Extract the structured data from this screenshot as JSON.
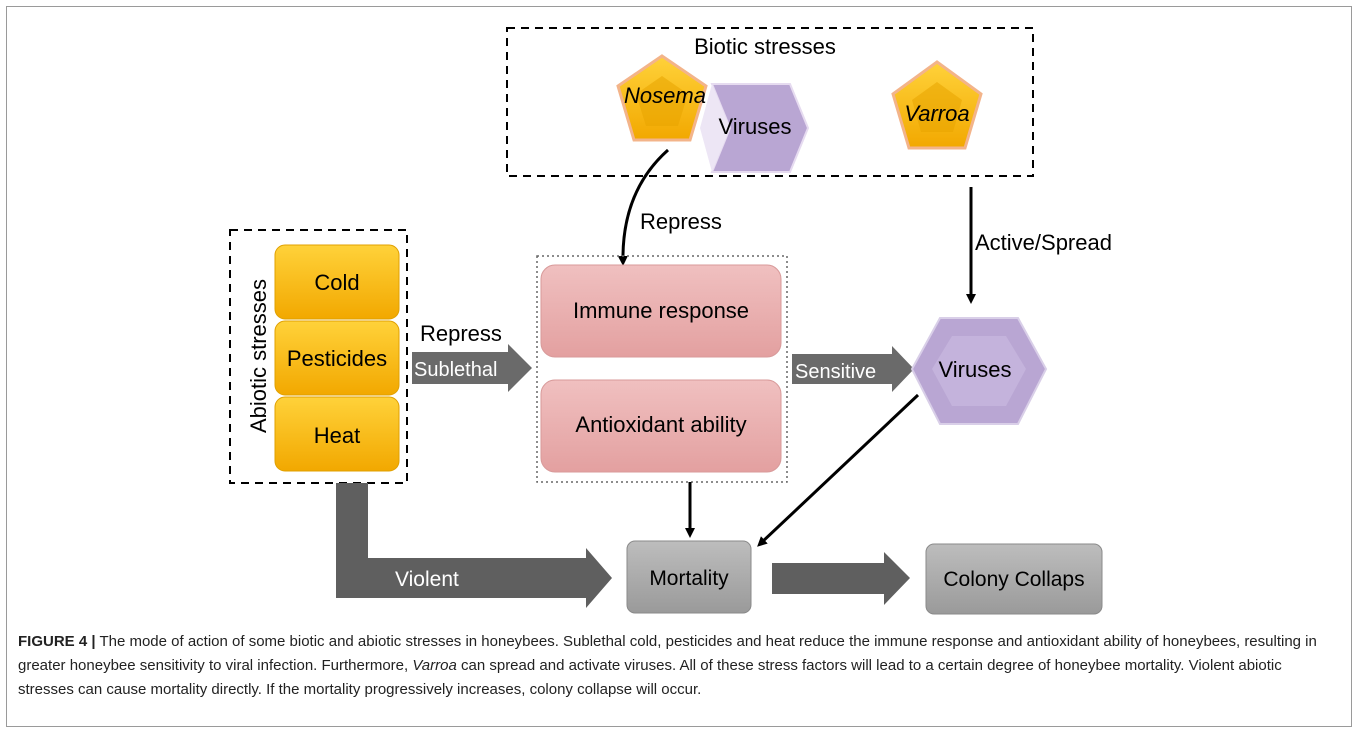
{
  "biotic": {
    "title": "Biotic stresses",
    "nosema": "Nosema",
    "viruses": "Viruses",
    "varroa": "Varroa"
  },
  "abiotic": {
    "title": "Abiotic stresses",
    "items": [
      "Cold",
      "Pesticides",
      "Heat"
    ]
  },
  "host": {
    "immune": "Immune response",
    "antioxidant": "Antioxidant ability"
  },
  "nodes": {
    "viruses": "Viruses",
    "mortality": "Mortality",
    "colony": "Colony Collaps"
  },
  "edges": {
    "repress_top": "Repress",
    "active_spread": "Active/Spread",
    "repress_left": "Repress",
    "sublethal": "Sublethal",
    "sensitive": "Sensitive",
    "violent": "Violent"
  },
  "colors": {
    "gold": "#f7b500",
    "pink": "#e8aaaa",
    "purple": "#b9a6d3",
    "grey_box": "#a8a8a8",
    "arrow_grey": "#666666"
  },
  "caption": {
    "label": "FIGURE 4 |",
    "text_1": " The mode of action of some biotic and abiotic stresses in honeybees. Sublethal cold, pesticides and heat reduce the immune response and antioxidant ability of honeybees, resulting in greater honeybee sensitivity to viral infection. Furthermore, ",
    "italic": "Varroa",
    "text_2": " can spread and activate viruses. All of these stress factors will lead to a certain degree of honeybee mortality. Violent abiotic stresses can cause mortality directly. If the mortality progressively increases, colony collapse will occur."
  }
}
